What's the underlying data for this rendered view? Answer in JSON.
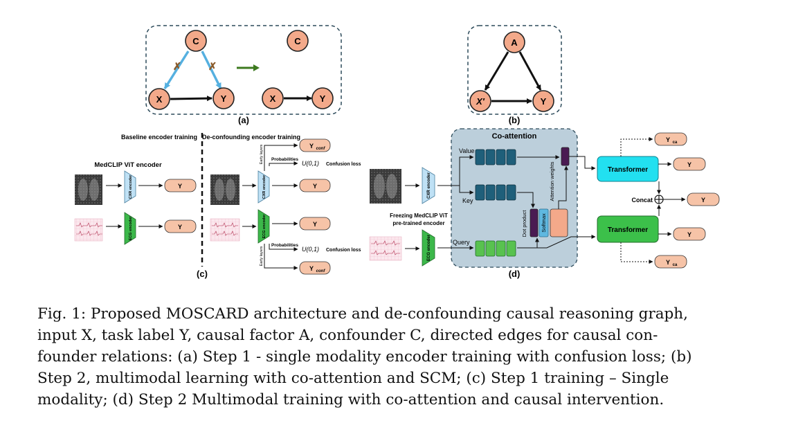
{
  "panel_a": {
    "left_nodes": {
      "c": "C",
      "x": "X",
      "y": "Y"
    },
    "right_nodes": {
      "c": "C",
      "x": "X",
      "y": "Y"
    },
    "label": "(a)"
  },
  "panel_b": {
    "nodes": {
      "a": "A",
      "x": "X′",
      "y": "Y"
    },
    "label": "(b)"
  },
  "panel_c": {
    "baseline_title": "Baseline encoder training",
    "deconf_title": "De-confounding encoder training",
    "medclip_title": "MedCLIP ViT encoder",
    "cxr_encoder": "CXR encoder",
    "ecg_encoder": "ECG encoder",
    "y_label": "Y",
    "y_conf": "Y",
    "y_conf_sub": "conf",
    "early_layers": "Early layers",
    "probabilities": "Probabilities",
    "uniform": "U(0,1)",
    "confusion_loss": "Confusion loss",
    "label": "(c)"
  },
  "panel_d": {
    "coattention_title": "Co-attention",
    "value": "Value",
    "key": "Key",
    "query": "Query",
    "dot_product": "Dot product",
    "softmax": "Softmax",
    "attention_weights": "Attention weights",
    "freezing_line1": "Freezing MedCLIP ViT",
    "freezing_line2": "pre-trained encoder",
    "cxr_encoder": "CXR encoder",
    "ecg_encoder": "ECG encoder",
    "transformer_top": "Transformer",
    "transformer_bottom": "Transformer",
    "y_label": "Y",
    "y_ca": "Y",
    "y_ca_sub": "ca",
    "concat": "Concat",
    "label": "(d)"
  },
  "caption": {
    "lines": [
      "Fig. 1: Proposed MOSCARD architecture and de-confounding causal reasoning graph,",
      "input X, task label Y, causal factor A, confounder C, directed edges for causal con-",
      "founder relations: (a) Step 1 - single modality encoder training with confusion loss; (b)",
      "Step 2, multimodal learning with co-attention and SCM; (c) Step 1 training – Single",
      "modality; (d) Step 2 Multimodal training with co-attention and causal intervention."
    ]
  },
  "colors": {
    "node_fill": "#f3a98a",
    "node_stroke": "#222222",
    "confounder_edge": "#55b0e0",
    "green_arrow": "#3d7a1f",
    "cxr_encoder": "#bfe1f5",
    "ecg_encoder": "#3cb84a",
    "output_box": "#f6c3a7",
    "coattention_bg": "#bccfdb",
    "value_key_block": "#1f5f7a",
    "query_block": "#58c24f",
    "purple_block": "#4a1b52",
    "softmax": "#5fb8e0",
    "transformer_top": "#22e0f0",
    "transformer_bottom": "#3cc04a"
  }
}
